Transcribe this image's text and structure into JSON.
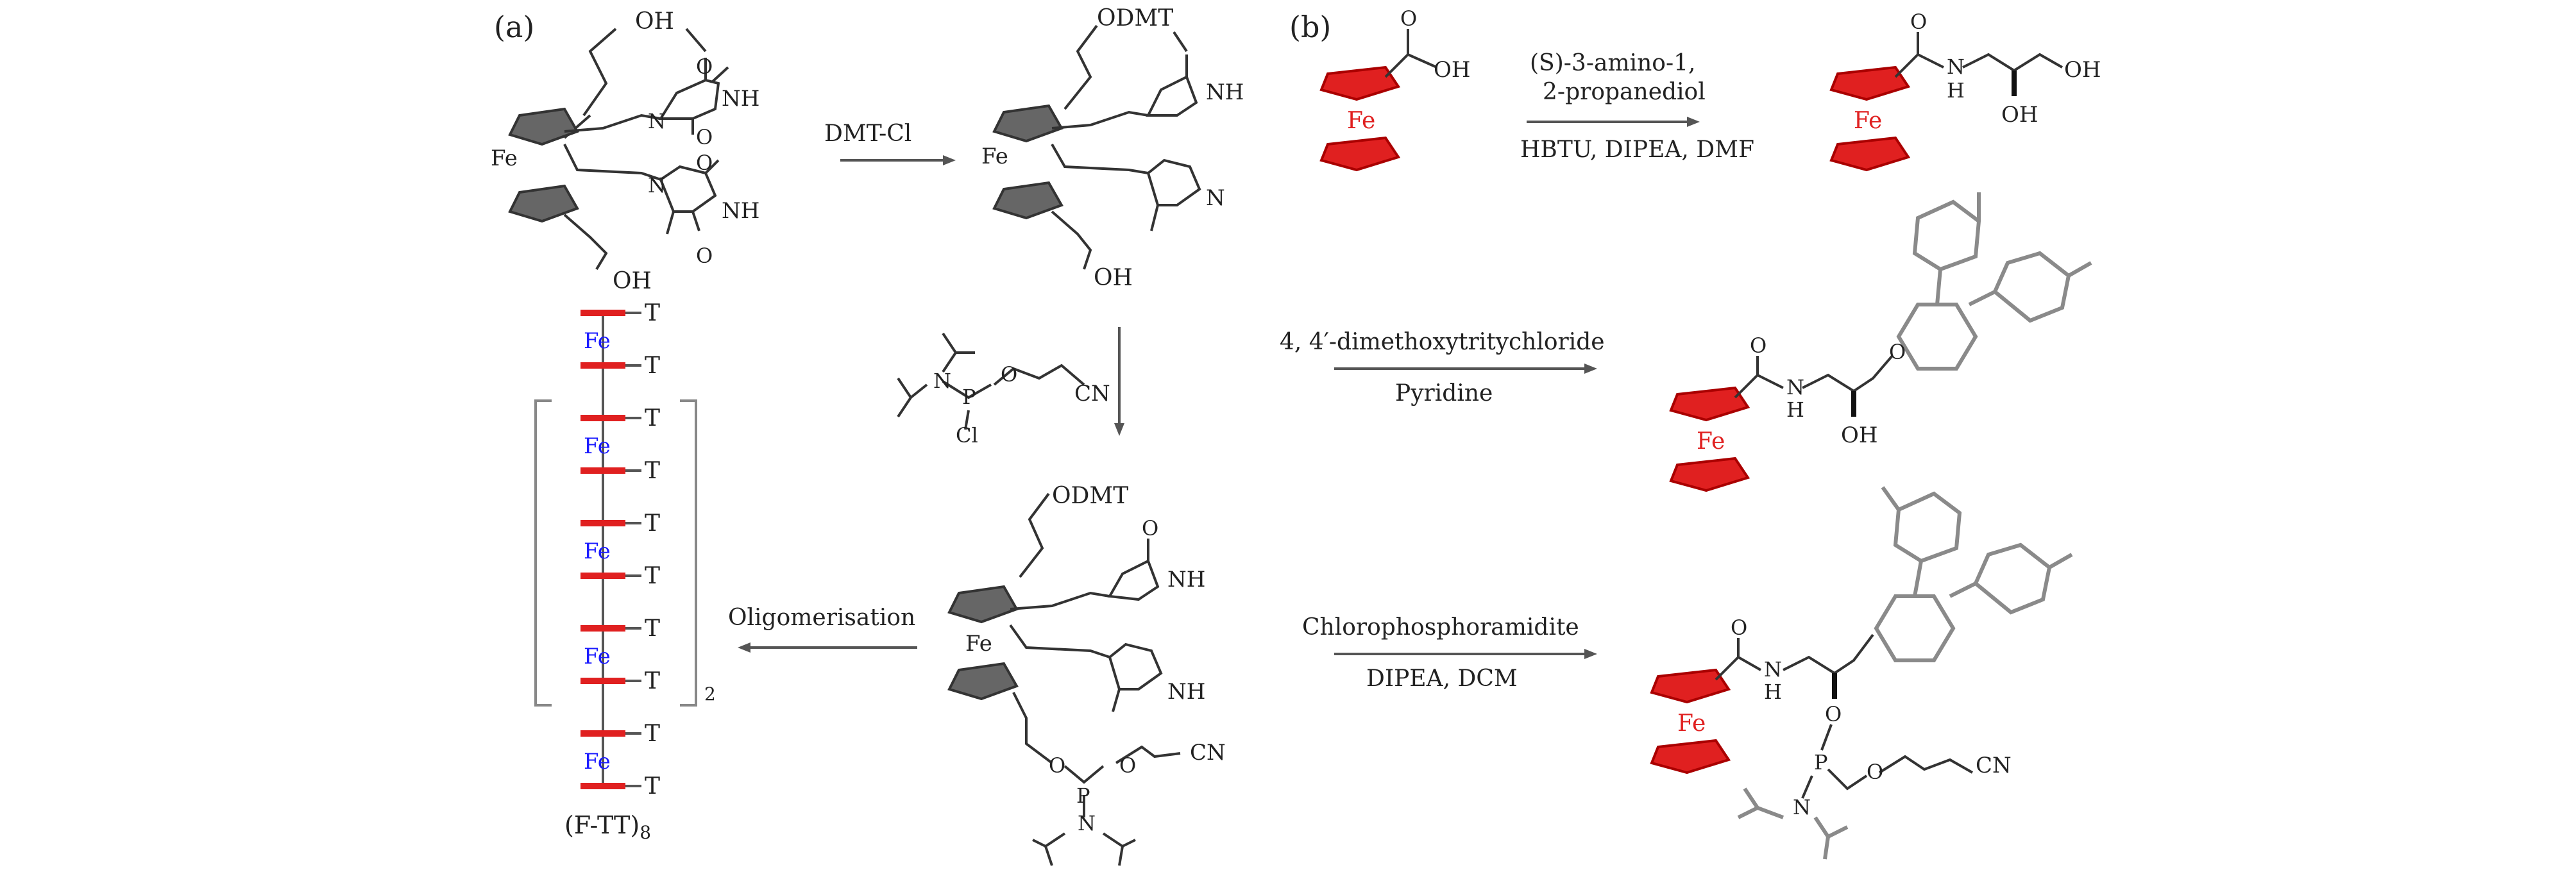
{
  "panel_a": {
    "label": "(a)",
    "monomer": {
      "oh_top": "OH",
      "oh_bottom": "OH",
      "fe": "Fe",
      "n": "N",
      "nh": "NH",
      "o": "O"
    },
    "step1_reagent": "DMT-Cl",
    "dmt_product": {
      "odmt": "ODMT",
      "fe": "Fe",
      "nh": "NH",
      "nn": "N",
      "oh": "OH"
    },
    "phosphitylating_reagent": {
      "n": "N",
      "p": "P",
      "o": "O",
      "cn": "CN",
      "cl": "Cl"
    },
    "phosphoramidite": {
      "odmt": "ODMT",
      "fe": "Fe",
      "nh_top": "NH",
      "nh_bottom": "NH",
      "o": "O",
      "p": "P",
      "n": "N",
      "cn": "CN"
    },
    "step3_label": "Oligomerisation",
    "oligomer": {
      "t_label": "T",
      "fe_label": "Fe",
      "subscript": "2",
      "name": "(F-TT)",
      "name_sub": "8"
    }
  },
  "panel_b": {
    "label": "(b)",
    "row1": {
      "reagent_line1": "(S)-3-amino-1,",
      "reagent_line2": "2-propanediol",
      "conditions": "HBTU, DIPEA, DMF",
      "sm_fe": "Fe",
      "sm_o": "O",
      "sm_oh": "OH",
      "prod_fe": "Fe",
      "prod_o": "O",
      "prod_nh_n": "N",
      "prod_nh_h": "H",
      "prod_oh1": "OH",
      "prod_oh2": "OH"
    },
    "row2": {
      "reagent": "4, 4′-dimethoxytritychloride",
      "conditions": "Pyridine",
      "fe": "Fe",
      "o": "O",
      "n": "N",
      "h": "H",
      "oh": "OH",
      "o_ether": "O"
    },
    "row3": {
      "reagent": "Chlorophosphoramidite",
      "conditions": "DIPEA, DCM",
      "fe": "Fe",
      "o": "O",
      "n": "N",
      "h": "H",
      "p": "P",
      "cn": "CN",
      "n_amine": "N"
    }
  },
  "colors": {
    "ink": "#2a2a2a",
    "ferrocene_red": "#e02020",
    "fe_blue": "#1a1aff",
    "grey_bond": "#8a8a8a"
  }
}
